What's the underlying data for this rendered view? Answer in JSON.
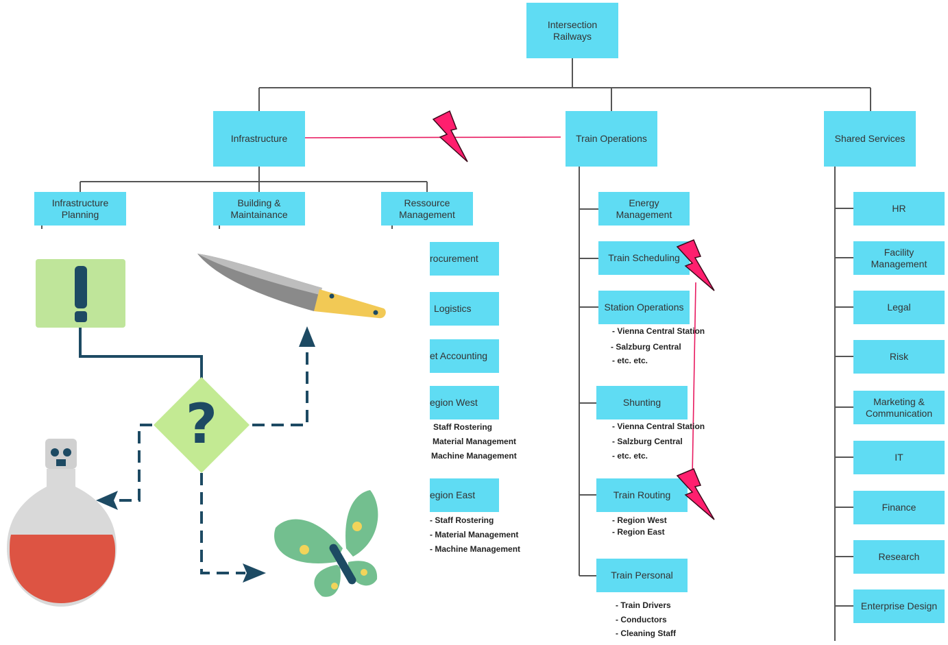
{
  "root": {
    "label": "Intersection\nRailways"
  },
  "level1": {
    "infrastructure": "Infrastructure",
    "train_operations": "Train Operations",
    "shared_services": "Shared Services"
  },
  "infrastructure_children": {
    "planning": "Infrastructure\nPlanning",
    "building": "Building &\nMaintainance",
    "ressource": "Ressource\nManagement"
  },
  "ressource_children": {
    "procurement": "rocurement",
    "logistics": "Logistics",
    "accounting": "et Accounting",
    "region_west": "egion West",
    "region_west_items": [
      "Staff Rostering",
      "Material Management",
      "Machine Management"
    ],
    "region_east": "egion East",
    "region_east_items": [
      "- Staff Rostering",
      "- Material Management",
      "- Machine Management"
    ]
  },
  "train_ops_children": {
    "energy": "Energy\nManagement",
    "scheduling": "Train Scheduling",
    "station_ops": "Station Operations",
    "station_ops_items": [
      "- Vienna Central  Station",
      "- Salzburg Central",
      "- etc. etc."
    ],
    "shunting": "Shunting",
    "shunting_items": [
      "- Vienna Central  Station",
      "- Salzburg Central",
      "- etc. etc."
    ],
    "routing": "Train Routing",
    "routing_items": [
      "- Region West",
      "- Region East"
    ],
    "personal": "Train Personal",
    "personal_items": [
      "- Train Drivers",
      "- Conductors",
      "- Cleaning  Staff"
    ]
  },
  "shared_children": {
    "hr": "HR",
    "facility": "Facility\nManagement",
    "legal": "Legal",
    "risk": "Risk",
    "marketing": "Marketing &\nCommunication",
    "it": "IT",
    "finance": "Finance",
    "research": "Research",
    "enterprise": "Enterprise Design"
  },
  "icons": {
    "warning": "exclamation-icon",
    "decision": "question-icon",
    "knife": "knife-icon",
    "poison": "poison-flask-icon",
    "butterfly": "butterfly-icon",
    "conflict": "lightning-icon"
  },
  "colors": {
    "box": "#5fdcf3",
    "conflict": "#ff1f6e",
    "conflict_line": "#e8195f",
    "flow": "#1d4a63",
    "warning_bg": "#bfe59a"
  }
}
